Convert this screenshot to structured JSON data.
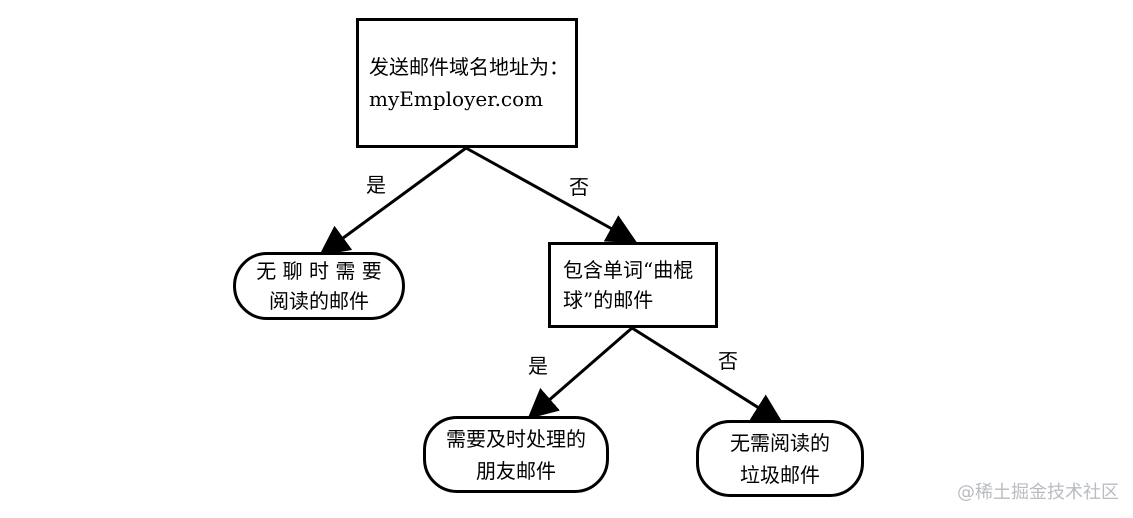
{
  "nodes": {
    "root": {
      "line1": "发送邮件域名地址为：",
      "line2": "myEmployer.com"
    },
    "bored": {
      "line1": "无 聊 时 需 要",
      "line2": "阅读的邮件"
    },
    "hockey": {
      "line1": "包含单词“曲棍",
      "line2": "球”的邮件"
    },
    "friend": {
      "line1": "需要及时处理的",
      "line2": "朋友邮件"
    },
    "spam": {
      "line1": "无需阅读的",
      "line2": "垃圾邮件"
    }
  },
  "edges": {
    "root_yes": "是",
    "root_no": "否",
    "hockey_yes": "是",
    "hockey_no": "否"
  },
  "watermark": "@稀土掘金技术社区"
}
